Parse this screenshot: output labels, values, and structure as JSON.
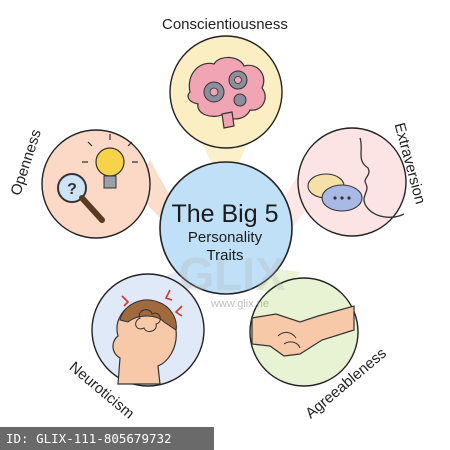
{
  "center": {
    "title": "The Big 5",
    "line1": "Personality",
    "line2": "Traits"
  },
  "traits": {
    "conscientiousness": "Conscientiousness",
    "extraversion": "Extraversion",
    "agreeableness": "Agreeableness",
    "neuroticism": "Neuroticism",
    "openness": "Openness"
  },
  "watermark": {
    "logo": "GLIX",
    "site": "www.glix.ne"
  },
  "footer": {
    "id": "ID: GLIX-111-805679732"
  },
  "colors": {
    "center_fill": "#bfe0f7",
    "center_stroke": "#222222",
    "conscientiousness_bg": "#fbeec3",
    "extraversion_bg": "#fde4e4",
    "agreeableness_bg": "#e7f3d2",
    "neuroticism_bg": "#dfe9f7",
    "openness_bg": "#fbd9c6"
  }
}
